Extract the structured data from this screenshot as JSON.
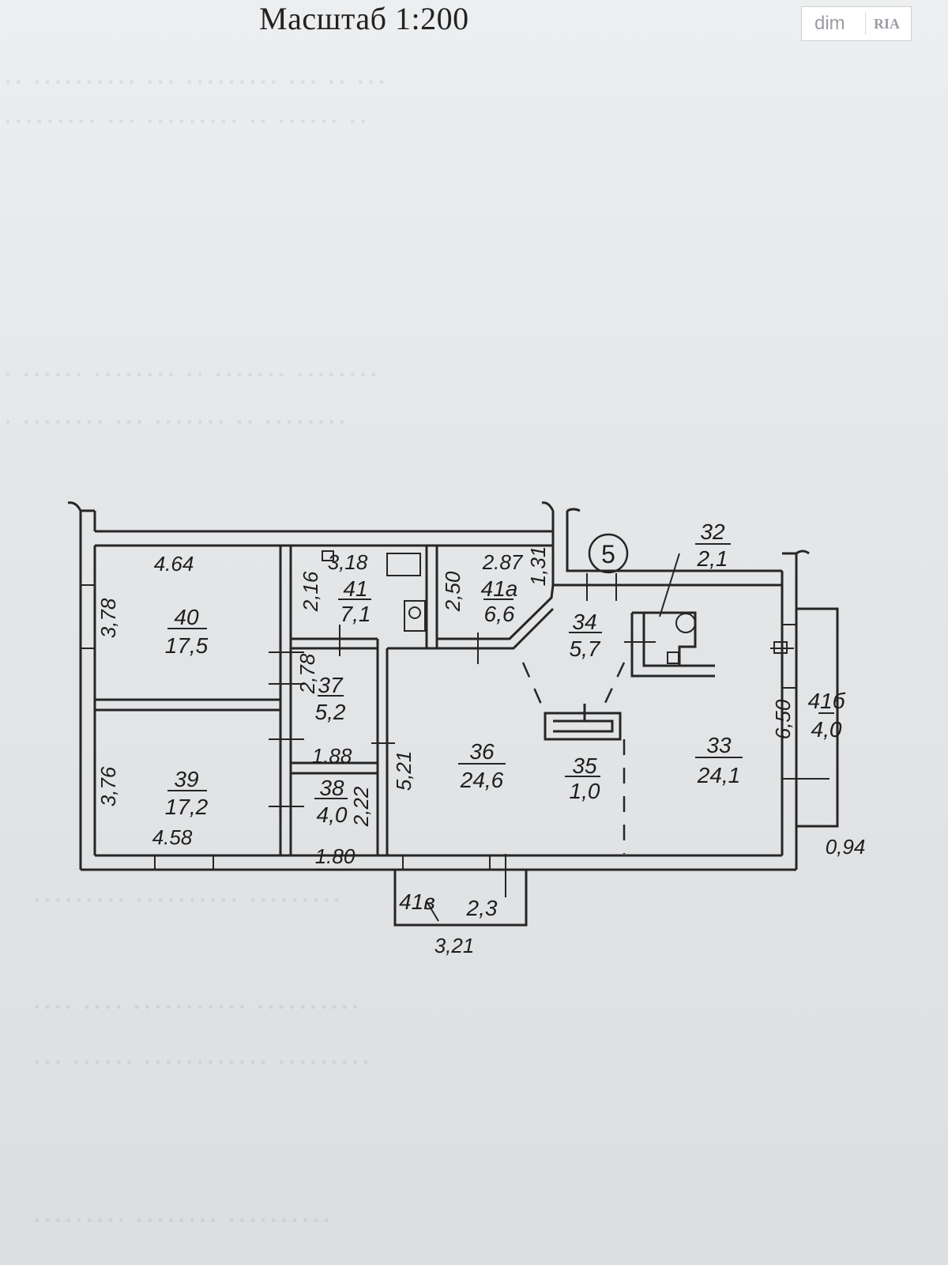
{
  "header": {
    "scale_label": "Масштаб 1:200"
  },
  "watermark": {
    "site": "dim",
    "brand": "RIA"
  },
  "plan": {
    "unit_number": "5",
    "rooms": [
      {
        "number": "40",
        "area": "17,5"
      },
      {
        "number": "39",
        "area": "17,2"
      },
      {
        "number": "41",
        "area": "7,1"
      },
      {
        "number": "41а",
        "area": "6,6"
      },
      {
        "number": "37",
        "area": "5,2"
      },
      {
        "number": "38",
        "area": "4,0"
      },
      {
        "number": "36",
        "area": "24,6"
      },
      {
        "number": "34",
        "area": "5,7"
      },
      {
        "number": "35",
        "area": "1,0"
      },
      {
        "number": "33",
        "area": "24,1"
      },
      {
        "number": "32",
        "area": "2,1"
      },
      {
        "number": "41б",
        "area": "4,0"
      },
      {
        "number": "41в",
        "area": "2,3"
      }
    ],
    "dimensions": {
      "d_464": "4.64",
      "d_378": "3,78",
      "d_376": "3,76",
      "d_458": "4.58",
      "d_318": "3,18",
      "d_216": "2,16",
      "d_250": "2,50",
      "d_287": "2.87",
      "d_131": "1,31",
      "d_278": "2,78",
      "d_188": "1.88",
      "d_222": "2,22",
      "d_180": "1.80",
      "d_521": "5,21",
      "d_650": "6,50",
      "d_094": "0,94",
      "d_321": "3,21"
    }
  }
}
